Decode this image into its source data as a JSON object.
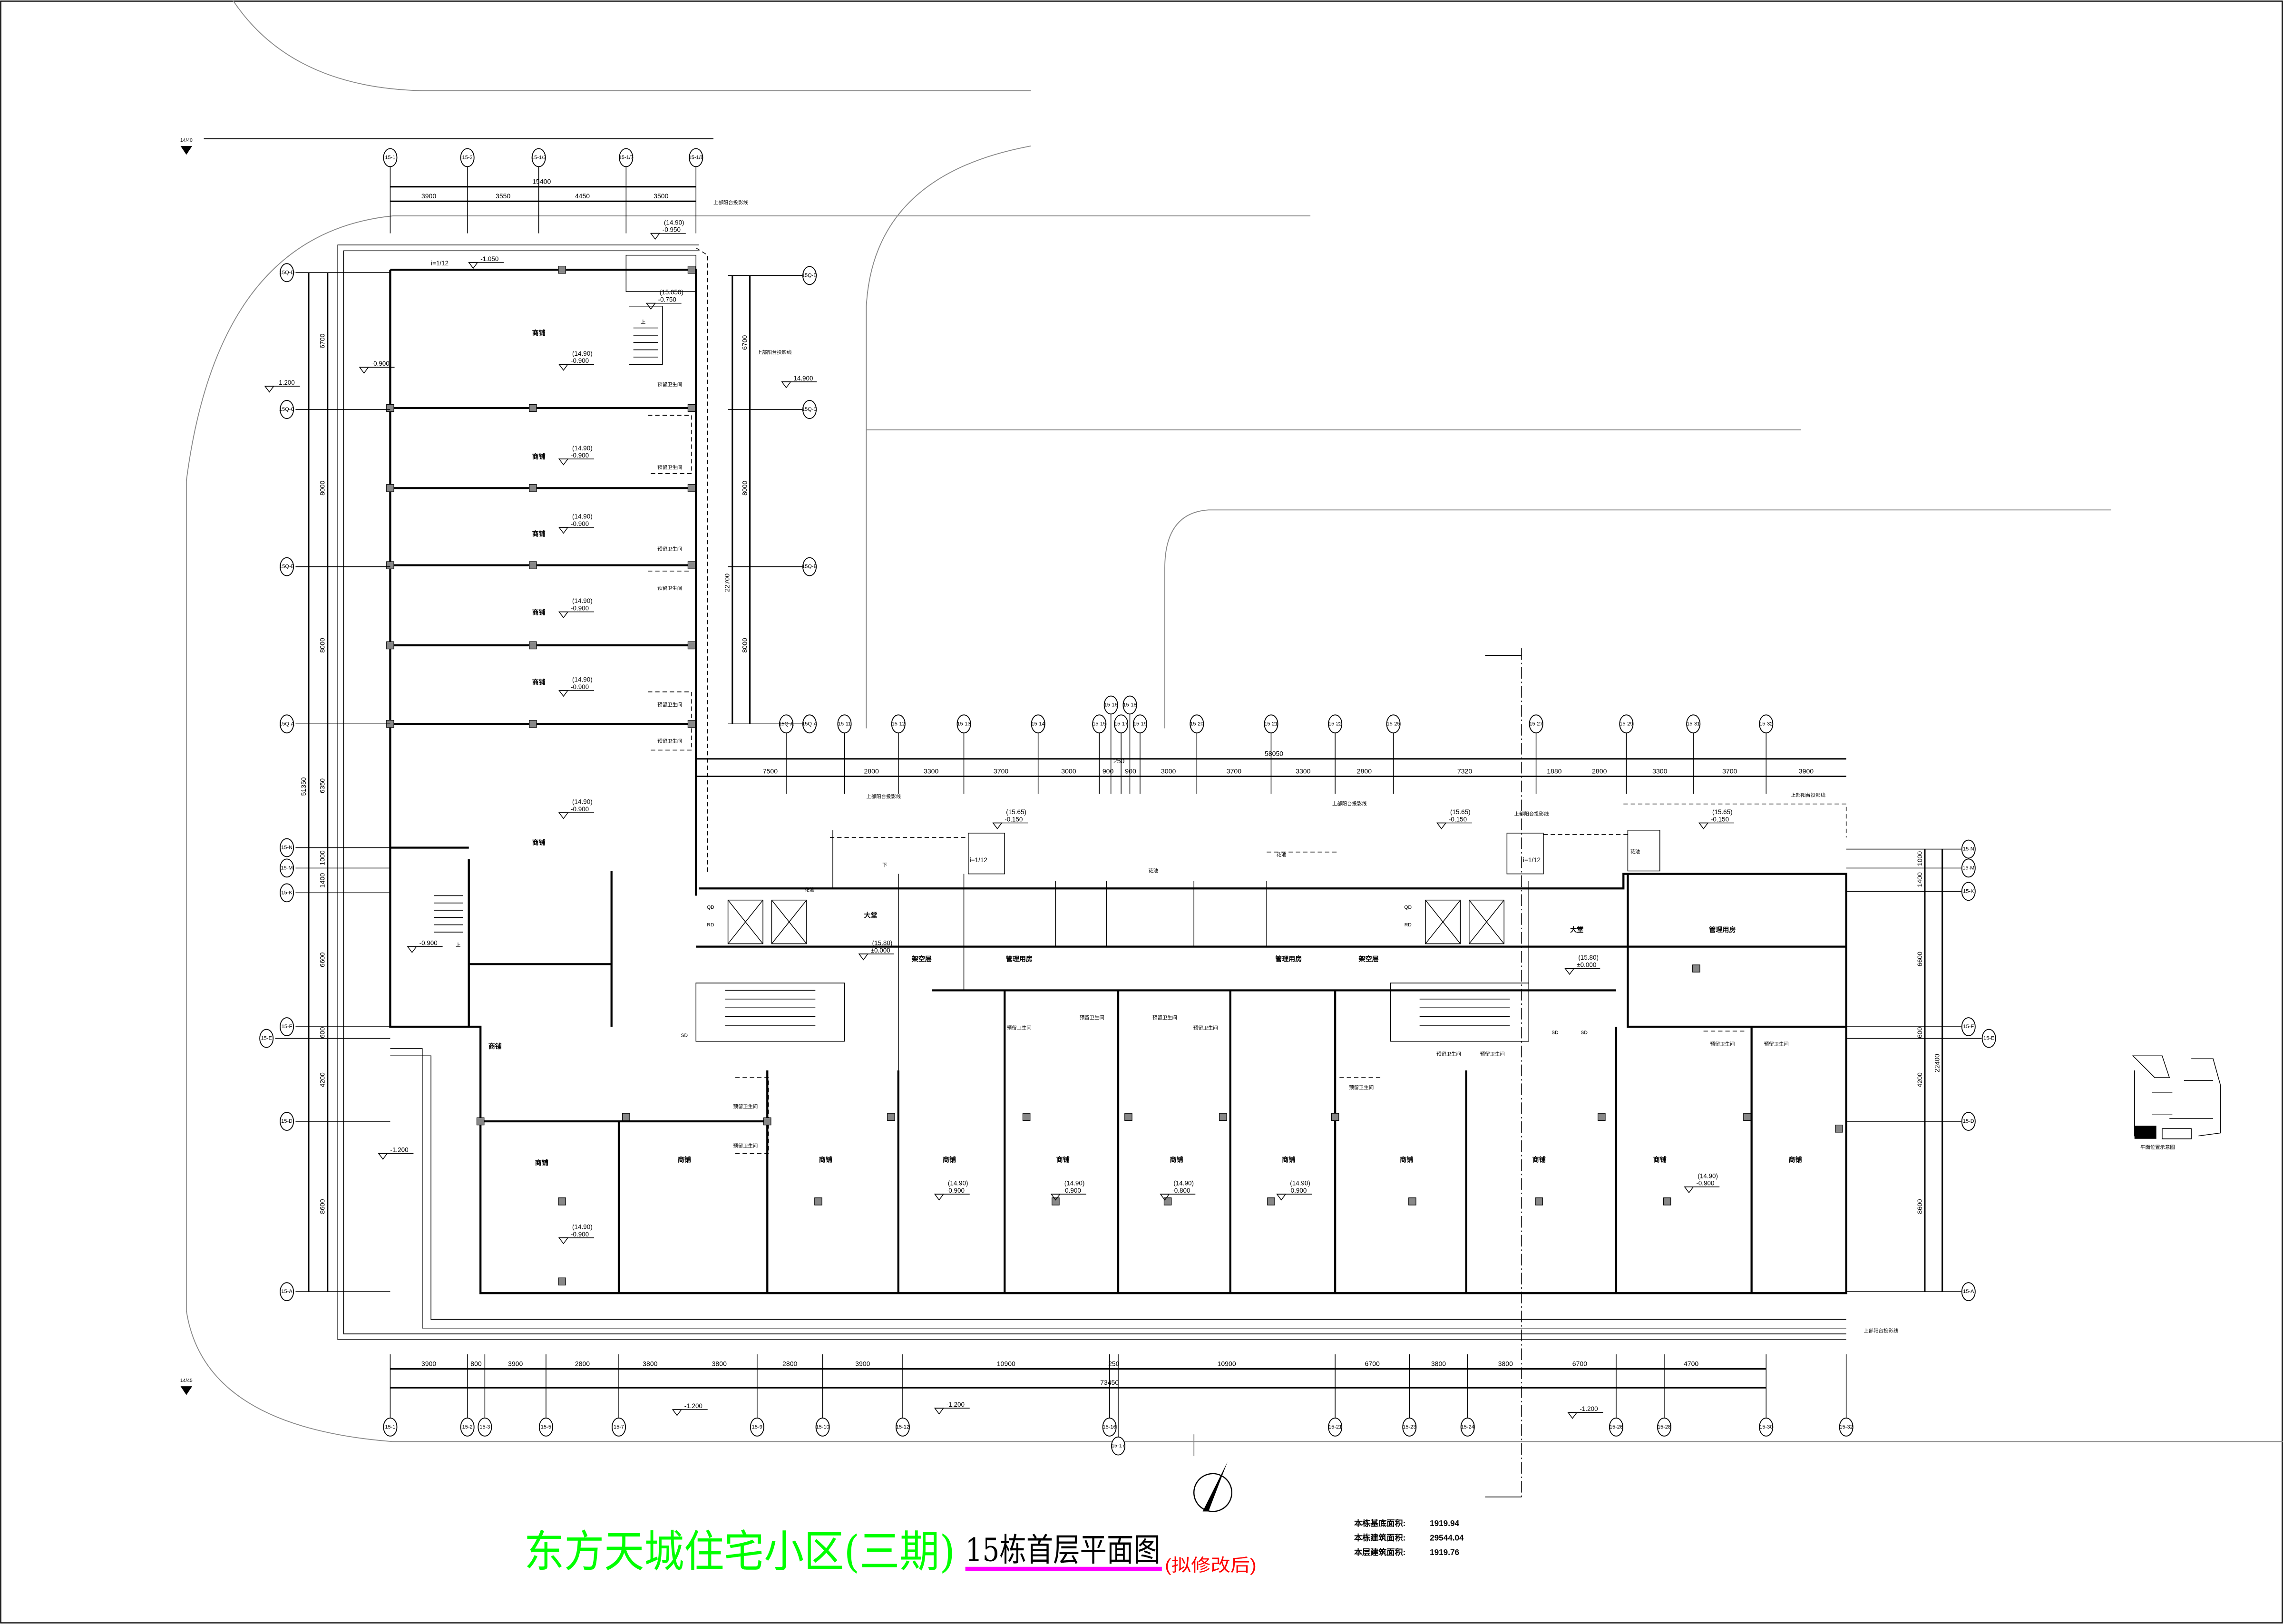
{
  "title": {
    "project": "东方天城住宅小区(三期)",
    "drawing": "15栋首层平面图",
    "note": "(拟修改后)",
    "colors": {
      "project": "#00ff00",
      "underline": "#ff00ff",
      "note": "#ff0000"
    }
  },
  "stats": [
    {
      "label": "本栋基底面积:",
      "value": "1919.94"
    },
    {
      "label": "本栋建筑面积:",
      "value": "29544.04"
    },
    {
      "label": "本层建筑面积:",
      "value": "1919.76"
    }
  ],
  "key_plan_label": "平面位置示意图",
  "coord_marks": [
    "14/40",
    "14/45"
  ],
  "grids": {
    "top": [
      "15-1",
      "15-2",
      "15-1/3",
      "15-1/7",
      "15-1/8"
    ],
    "middle": [
      "15Q-A",
      "15-11",
      "15-12",
      "15-13",
      "15-14",
      "15-15",
      "15-16",
      "15-17",
      "15-18",
      "15-19",
      "15-20",
      "15-21",
      "15-22",
      "15-25",
      "15-27",
      "15-29",
      "15-31",
      "15-32"
    ],
    "bottom": [
      "15-1",
      "15-2",
      "15-3",
      "15-5",
      "15-7",
      "15-9",
      "15-10",
      "15-12",
      "15-16",
      "15-17",
      "15-21",
      "15-23",
      "15-24",
      "15-26",
      "15-28",
      "15-30",
      "15-32"
    ],
    "left": [
      "15Q-D",
      "15Q-C",
      "15Q-B",
      "15Q-A",
      "15-N",
      "15-M",
      "15-K",
      "15-F",
      "15-E",
      "15-D",
      "15-A"
    ],
    "right": [
      "15-N",
      "15-M",
      "15-K",
      "15-F",
      "15-E",
      "15-D",
      "15-A"
    ],
    "wing_right": [
      "15Q-D",
      "15Q-C",
      "15Q-B",
      "15Q-A"
    ]
  },
  "dimensions": {
    "top_total": "15400",
    "top": [
      "3900",
      "3550",
      "4450",
      "3500"
    ],
    "middle_total": "58050",
    "middle": [
      "7500",
      "2800",
      "3300",
      "3700",
      "3000",
      "900",
      "250",
      "900",
      "3000",
      "3700",
      "3300",
      "2800",
      "7320",
      "1880",
      "2800",
      "3300",
      "3700",
      "3900"
    ],
    "bottom_total": "73450",
    "bottom": [
      "3900",
      "800",
      "3900",
      "2800",
      "3800",
      "3800",
      "2800",
      "3900",
      "10900",
      "250",
      "10900",
      "6700",
      "3800",
      "3800",
      "6700",
      "4700"
    ],
    "left_total": "51350",
    "left": [
      "6700",
      "8000",
      "8000",
      "6350",
      "1000",
      "1400",
      "6600",
      "600",
      "4200",
      "8600"
    ],
    "wing_total": "22700",
    "wing": [
      "6700",
      "8000",
      "8000"
    ],
    "right_total": "22400",
    "right": [
      "1000",
      "1400",
      "6600",
      "600",
      "4200",
      "8600"
    ]
  },
  "labels": {
    "shop": "商铺",
    "toilet": "预留卫生间",
    "lobby": "大堂",
    "open_floor": "架空层",
    "management": "管理用房",
    "planter": "花池",
    "qd": "QD",
    "rd": "RD",
    "sd": "SD",
    "up": "上",
    "down": "下",
    "slope": "i=1/12",
    "leader_note": "上部阳台投影线"
  },
  "elevations": {
    "shop_abs": "(14.90)",
    "shop_rel": "-0.900",
    "shop_rel_b": "-0.800",
    "lobby_abs": "(15.80)",
    "lobby_rel": "±0.000",
    "entry_abs": "(15.65)",
    "entry_rel": "-0.150",
    "stair_abs": "(15.050)",
    "stair_rel": "-0.750",
    "corner_abs": "(14.90)",
    "corner_rel": "-0.950",
    "ramp_rel": "-1.050",
    "road": "-1.200",
    "site_mark": "14.900"
  }
}
